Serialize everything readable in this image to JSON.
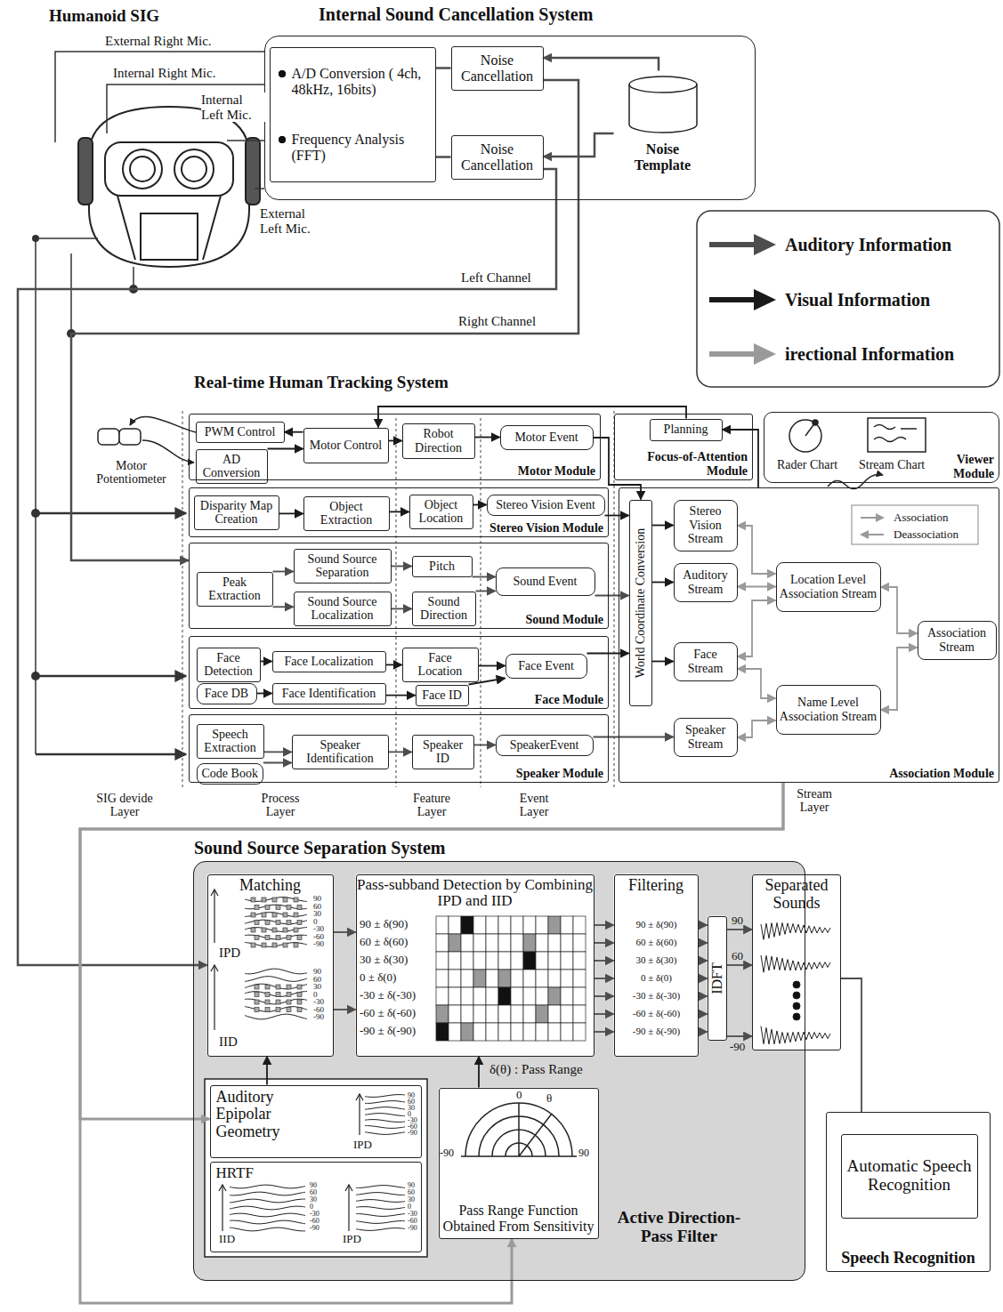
{
  "diagram": {
    "nodes": [
      {
        "text": [
          "Internal Sound Cancellation System"
        ]
      },
      {
        "text": [
          "A/D Conversion ( 4ch, 48kHz, 16bits)",
          "Frequency Analysis (FFT)"
        ],
        "in": 0
      },
      {
        "text": [
          "Noise Cancellation"
        ],
        "in": 0
      },
      {
        "text": [
          "Noise Cancellation"
        ],
        "in": 0
      },
      {
        "text": [
          "Noise Template"
        ],
        "in": 0
      },
      {
        "text": [
          "Motor Module"
        ]
      },
      {
        "text": [
          "PWM Control"
        ],
        "in": 5
      },
      {
        "text": [
          "AD Conversion"
        ],
        "in": 5
      },
      {
        "text": [
          "Motor Control"
        ],
        "in": 5
      },
      {
        "text": [
          "Robot Direction"
        ],
        "in": 5
      },
      {
        "text": [
          "Motor Event"
        ],
        "in": 5
      },
      {
        "text": [
          "Focus-of-Attention Module"
        ]
      },
      {
        "text": [
          "Planning"
        ],
        "in": 11
      },
      {
        "text": [
          "Viewer Module"
        ]
      },
      {
        "text": [
          "Stereo Vision Module"
        ]
      },
      {
        "text": [
          "Disparity Map Creation"
        ],
        "in": 14
      },
      {
        "text": [
          "Object Extraction"
        ],
        "in": 14
      },
      {
        "text": [
          "Object Location"
        ],
        "in": 14
      },
      {
        "text": [
          "Stereo Vision Event"
        ],
        "in": 14
      },
      {
        "text": [
          "Sound Module"
        ]
      },
      {
        "text": [
          "Peak Extraction"
        ],
        "in": 19
      },
      {
        "text": [
          "Sound Source Separation"
        ],
        "in": 19
      },
      {
        "text": [
          "Sound Source Localization"
        ],
        "in": 19
      },
      {
        "text": [
          "Pitch"
        ],
        "in": 19
      },
      {
        "text": [
          "Sound Direction"
        ],
        "in": 19
      },
      {
        "text": [
          "Sound Event"
        ],
        "in": 19
      },
      {
        "text": [
          "Face Module"
        ]
      },
      {
        "text": [
          "Face Detection"
        ],
        "in": 26
      },
      {
        "text": [
          "Face DB"
        ],
        "in": 26
      },
      {
        "text": [
          "Face Localization"
        ],
        "in": 26
      },
      {
        "text": [
          "Face Identification"
        ],
        "in": 26
      },
      {
        "text": [
          "Face Location"
        ],
        "in": 26
      },
      {
        "text": [
          "Face ID"
        ],
        "in": 26
      },
      {
        "text": [
          "Face Event"
        ],
        "in": 26
      },
      {
        "text": [
          "Speaker Module"
        ]
      },
      {
        "text": [
          "Speech Extraction"
        ],
        "in": 34
      },
      {
        "text": [
          "Code Book"
        ],
        "in": 34
      },
      {
        "text": [
          "Speaker Identification"
        ],
        "in": 34
      },
      {
        "text": [
          "Speaker ID"
        ],
        "in": 34
      },
      {
        "text": [
          "SpeakerEvent"
        ],
        "in": 34
      },
      {
        "text": [
          "Association Module"
        ]
      },
      {
        "text": [
          "World Coordinate Conversion"
        ],
        "in": 40
      },
      {
        "text": [
          "Stereo Vision Stream"
        ],
        "in": 40
      },
      {
        "text": [
          "Auditory Stream"
        ],
        "in": 40
      },
      {
        "text": [
          "Face Stream"
        ],
        "in": 40
      },
      {
        "text": [
          "Speaker Stream"
        ],
        "in": 40
      },
      {
        "text": [
          "Location Level Association Stream"
        ],
        "in": 40
      },
      {
        "text": [
          "Name Level Association Stream"
        ],
        "in": 40
      },
      {
        "text": [
          "Association Stream"
        ],
        "in": 40
      },
      {
        "text": [
          "Sound Source Separation System",
          "Active Direction-Pass Filter"
        ]
      },
      {
        "text": [
          "Matching"
        ],
        "in": 49
      },
      {
        "text": [
          "Pass-subband Detection by Combining IPD and IID"
        ],
        "in": 49
      },
      {
        "text": [
          "Filtering"
        ],
        "in": 49
      },
      {
        "text": [
          "IDFT"
        ],
        "in": 49
      },
      {
        "text": [
          "Auditory Epipolar Geometry"
        ],
        "in": 49
      },
      {
        "text": [
          "HRTF"
        ],
        "in": 49
      },
      {
        "text": [
          "Pass Range Function Obtained From Sensitivity"
        ],
        "in": 49
      },
      {
        "text": [
          "Separated Sounds"
        ]
      },
      {
        "text": [
          "Speech Recognition"
        ]
      },
      {
        "text": [
          "Automatic Speech Recognition"
        ],
        "in": 58
      }
    ],
    "edges": [
      {
        "from": 4,
        "to": 2,
        "arrow": "to"
      },
      {
        "from": 4,
        "to": 3,
        "arrow": "to"
      },
      {
        "from": 1,
        "to": 2,
        "arrow": "none"
      },
      {
        "from": 1,
        "to": 3,
        "arrow": "none"
      },
      {
        "from": 2,
        "to": 19,
        "arrow": "to"
      },
      {
        "from": 3,
        "to": 50,
        "arrow": "to"
      },
      {
        "from": 8,
        "to": 6,
        "arrow": "to"
      },
      {
        "from": 7,
        "to": 8,
        "arrow": "to"
      },
      {
        "from": 8,
        "to": 9,
        "arrow": "to"
      },
      {
        "from": 9,
        "to": 10,
        "arrow": "to"
      },
      {
        "from": 12,
        "to": 8,
        "arrow": "to"
      },
      {
        "from": 10,
        "to": 41,
        "arrow": "to"
      },
      {
        "from": 40,
        "to": 12,
        "arrow": "to"
      },
      {
        "from": 15,
        "to": 16,
        "arrow": "to"
      },
      {
        "from": 16,
        "to": 17,
        "arrow": "to"
      },
      {
        "from": 17,
        "to": 18,
        "arrow": "to"
      },
      {
        "from": 18,
        "to": 41,
        "arrow": "to"
      },
      {
        "from": 20,
        "to": 21,
        "arrow": "to"
      },
      {
        "from": 20,
        "to": 22,
        "arrow": "to"
      },
      {
        "from": 21,
        "to": 23,
        "arrow": "to"
      },
      {
        "from": 22,
        "to": 24,
        "arrow": "to"
      },
      {
        "from": 23,
        "to": 25,
        "arrow": "to"
      },
      {
        "from": 24,
        "to": 25,
        "arrow": "to"
      },
      {
        "from": 25,
        "to": 41,
        "arrow": "to"
      },
      {
        "from": 27,
        "to": 29,
        "arrow": "to"
      },
      {
        "from": 28,
        "to": 30,
        "arrow": "to"
      },
      {
        "from": 29,
        "to": 31,
        "arrow": "to"
      },
      {
        "from": 30,
        "to": 32,
        "arrow": "to"
      },
      {
        "from": 31,
        "to": 33,
        "arrow": "to"
      },
      {
        "from": 32,
        "to": 33,
        "arrow": "to"
      },
      {
        "from": 33,
        "to": 41,
        "arrow": "to"
      },
      {
        "from": 35,
        "to": 37,
        "arrow": "to"
      },
      {
        "from": 36,
        "to": 37,
        "arrow": "to"
      },
      {
        "from": 37,
        "to": 38,
        "arrow": "to"
      },
      {
        "from": 38,
        "to": 39,
        "arrow": "to"
      },
      {
        "from": 39,
        "to": 45,
        "arrow": "to"
      },
      {
        "from": 41,
        "to": 42,
        "arrow": "to"
      },
      {
        "from": 41,
        "to": 43,
        "arrow": "to"
      },
      {
        "from": 41,
        "to": 44,
        "arrow": "to"
      },
      {
        "from": 42,
        "to": 46,
        "arrow": "both"
      },
      {
        "from": 43,
        "to": 46,
        "arrow": "both"
      },
      {
        "from": 44,
        "to": 46,
        "arrow": "both"
      },
      {
        "from": 44,
        "to": 47,
        "arrow": "both"
      },
      {
        "from": 45,
        "to": 47,
        "arrow": "both"
      },
      {
        "from": 46,
        "to": 48,
        "arrow": "both"
      },
      {
        "from": 47,
        "to": 48,
        "arrow": "both"
      },
      {
        "from": 50,
        "to": 51,
        "arrow": "to"
      },
      {
        "from": 50,
        "to": 51,
        "arrow": "to"
      },
      {
        "from": 51,
        "to": 52,
        "arrow": "to"
      },
      {
        "from": 51,
        "to": 52,
        "arrow": "to"
      },
      {
        "from": 51,
        "to": 52,
        "arrow": "to"
      },
      {
        "from": 51,
        "to": 52,
        "arrow": "to"
      },
      {
        "from": 51,
        "to": 52,
        "arrow": "to"
      },
      {
        "from": 51,
        "to": 52,
        "arrow": "to"
      },
      {
        "from": 51,
        "to": 52,
        "arrow": "to"
      },
      {
        "from": 52,
        "to": 53,
        "arrow": "to"
      },
      {
        "from": 52,
        "to": 53,
        "arrow": "to"
      },
      {
        "from": 52,
        "to": 53,
        "arrow": "to"
      },
      {
        "from": 52,
        "to": 53,
        "arrow": "to"
      },
      {
        "from": 52,
        "to": 53,
        "arrow": "to"
      },
      {
        "from": 52,
        "to": 53,
        "arrow": "to"
      },
      {
        "from": 52,
        "to": 53,
        "arrow": "to"
      },
      {
        "from": 53,
        "to": 57,
        "arrow": "to"
      },
      {
        "from": 53,
        "to": 57,
        "arrow": "to"
      },
      {
        "from": 53,
        "to": 57,
        "arrow": "to"
      },
      {
        "from": 57,
        "to": 58,
        "arrow": "none"
      },
      {
        "from": 54,
        "to": 50,
        "arrow": "to"
      },
      {
        "from": 56,
        "to": 51,
        "arrow": "to"
      },
      {
        "from": 40,
        "to": 54,
        "arrow": "to"
      },
      {
        "from": 40,
        "to": 56,
        "arrow": "to"
      }
    ],
    "labels": [
      "Humanoid SIG",
      "External Right Mic.",
      "Internal Right Mic.",
      "Internal Left Mic.",
      "External Left Mic.",
      "Left Channel",
      "Right Channel",
      "Real-time Human Tracking System",
      "Motor Potentiometer",
      "Rader Chart",
      "Stream Chart",
      "SIG devide Layer",
      "Process Layer",
      "Feature Layer",
      "Event Layer",
      "Stream Layer",
      "IPD",
      "90",
      "60",
      "30",
      "0",
      "-30",
      "-60",
      "-90",
      "IID",
      "90",
      "60",
      "30",
      "0",
      "-30",
      "-60",
      "-90",
      "90 ± δ(90)",
      "60 ± δ(60)",
      "30 ± δ(30)",
      "0 ± δ(0)",
      "-30 ± δ(-30)",
      "-60 ± δ(-60)",
      "-90 ± δ(-90)",
      "90 ± δ(90)",
      "60 ± δ(60)",
      "30 ± δ(30)",
      "0 ± δ(0)",
      "-30 ± δ(-30)",
      "-60 ± δ(-60)",
      "-90 ± δ(-90)",
      "90",
      "60",
      "-90",
      "δ(θ) : Pass Range",
      "IPD",
      "90",
      "60",
      "30",
      "0",
      "-30",
      "-60",
      "-90",
      "IID",
      "90",
      "60",
      "30",
      "0",
      "-30",
      "-60",
      "-90",
      "IPD",
      "90",
      "60",
      "30",
      "0",
      "-30",
      "-60",
      "-90",
      "0",
      "θ",
      "-90",
      "90"
    ],
    "legend": [
      {
        "text": "Auditory Information",
        "color": "#4d4d4d"
      },
      {
        "text": "Visual Information",
        "color": "#1a1a1a"
      },
      {
        "text": "irectional Information",
        "color": "#9a9a9a"
      },
      {
        "text": "Association"
      },
      {
        "text": "Deassociation"
      }
    ]
  }
}
